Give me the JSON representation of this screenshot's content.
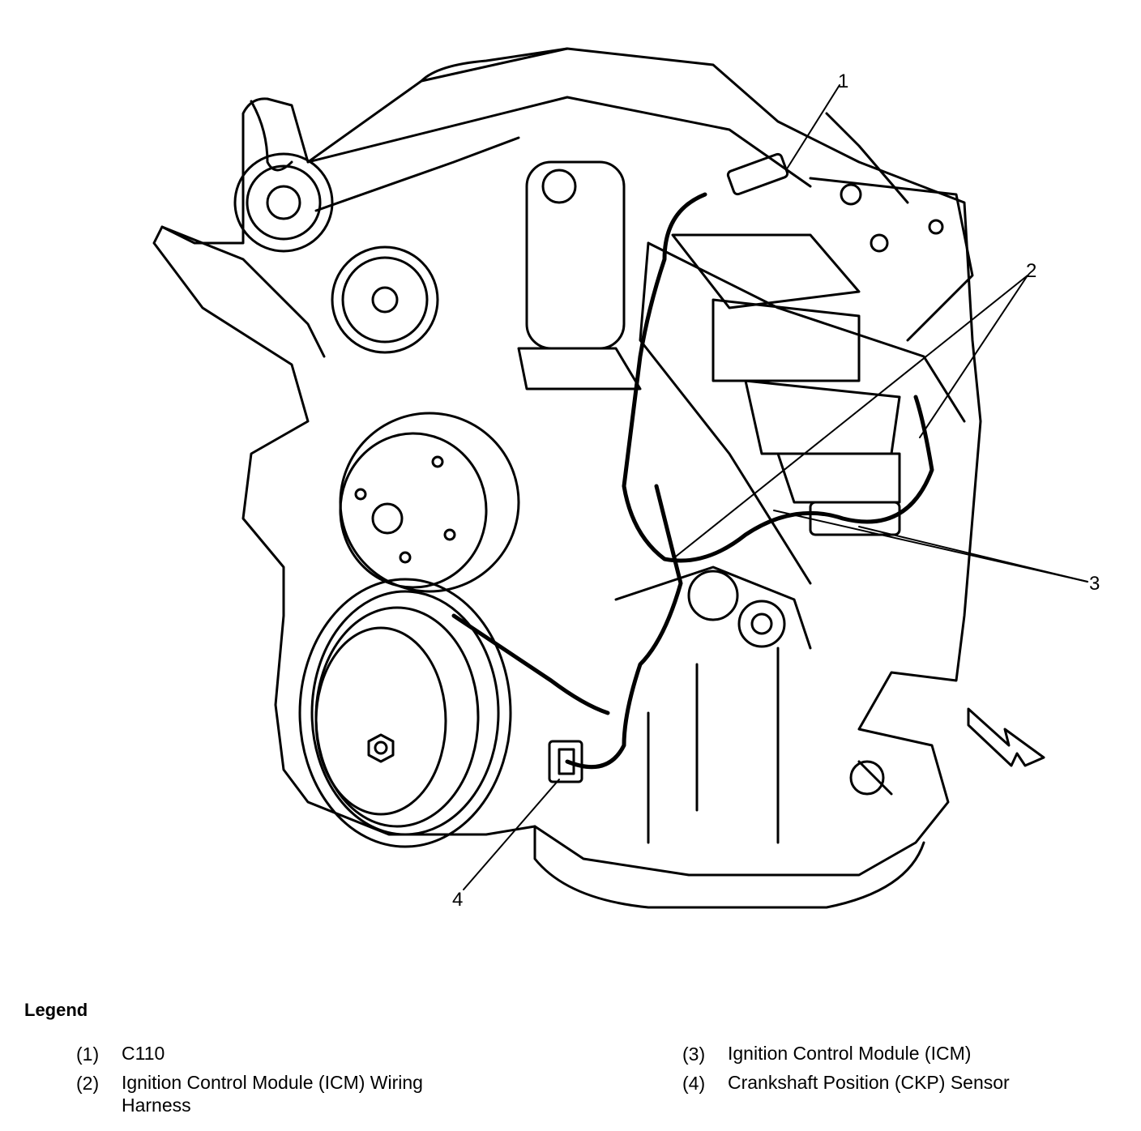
{
  "callouts": [
    "1",
    "2",
    "3",
    "4"
  ],
  "legend": {
    "title": "Legend",
    "items": [
      {
        "num": "(1)",
        "text": "C110"
      },
      {
        "num": "(2)",
        "text": "Ignition Control Module (ICM) Wiring",
        "text2": "Harness"
      },
      {
        "num": "(3)",
        "text": "Ignition Control Module (ICM)"
      },
      {
        "num": "(4)",
        "text": "Crankshaft Position (CKP) Sensor"
      }
    ]
  },
  "colors": {
    "line": "#000000",
    "background": "#ffffff"
  }
}
